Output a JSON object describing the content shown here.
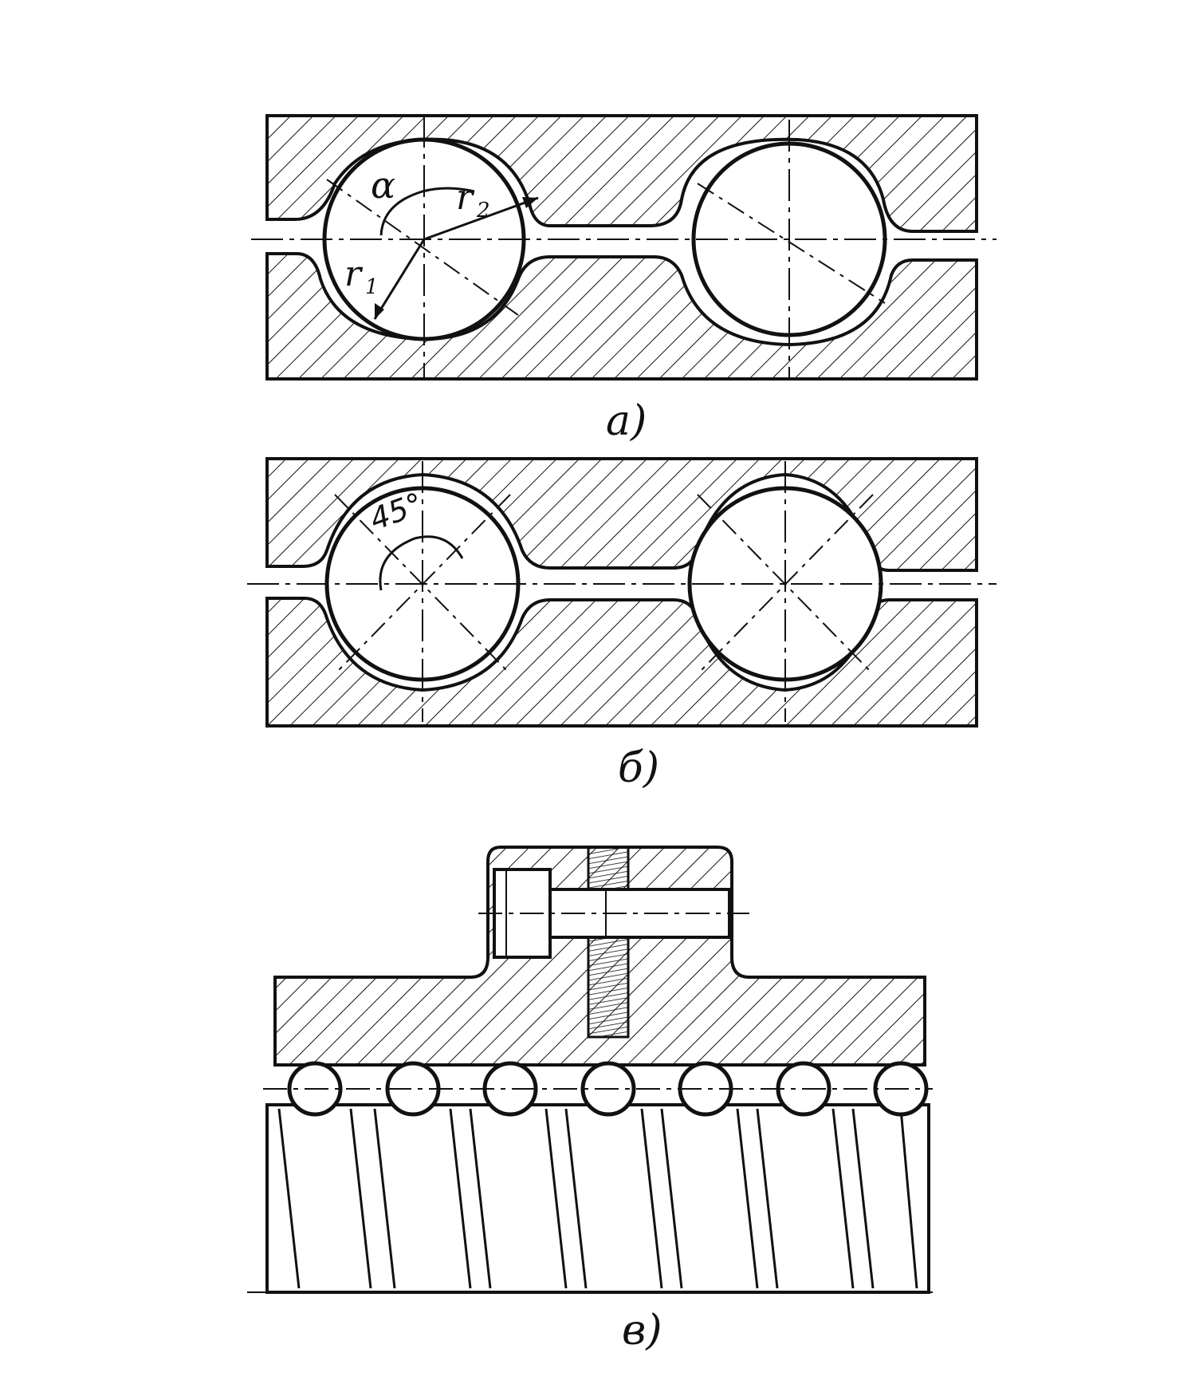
{
  "figure": {
    "panels": [
      {
        "id": "a",
        "caption": "а)",
        "annotations": {
          "alpha": "α",
          "r1_letter": "r",
          "r1_sub": "1",
          "r2_letter": "r",
          "r2_sub": "2"
        }
      },
      {
        "id": "b",
        "caption": "б)",
        "annotations": {
          "angle": "45°"
        }
      },
      {
        "id": "c",
        "caption": "в)"
      }
    ],
    "colors": {
      "ink": "#111111",
      "paper": "#ffffff"
    }
  }
}
